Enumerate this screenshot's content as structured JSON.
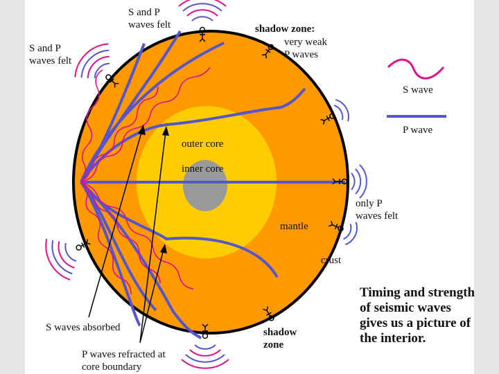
{
  "labels": {
    "sp_top_1": "S and P",
    "sp_top_2": "waves felt",
    "sp_left_1": "S and P",
    "sp_left_2": "waves felt",
    "shadow_zone": "shadow zone:",
    "very_weak_1": "very weak",
    "very_weak_2": "P waves",
    "outer_core": "outer core",
    "inner_core": "inner core",
    "mantle": "mantle",
    "crust": "crust",
    "only_p_1": "only P",
    "only_p_2": "waves felt",
    "shadow_zone_bottom_1": "shadow",
    "shadow_zone_bottom_2": "zone",
    "s_absorbed": "S waves absorbed",
    "p_refracted_1": "P waves refracted at",
    "p_refracted_2": "core boundary"
  },
  "legend": {
    "s_wave": "S wave",
    "p_wave": "P wave"
  },
  "caption": {
    "line1": "Timing and strength",
    "line2": "of seismic waves",
    "line3": "gives us a picture of",
    "line4": "the interior."
  },
  "colors": {
    "crust": "#000000",
    "mantle": "#ff9900",
    "outer_core": "#ffcc00",
    "inner_core": "#999999",
    "p_wave": "#5555cc",
    "s_wave": "#dd1188"
  }
}
